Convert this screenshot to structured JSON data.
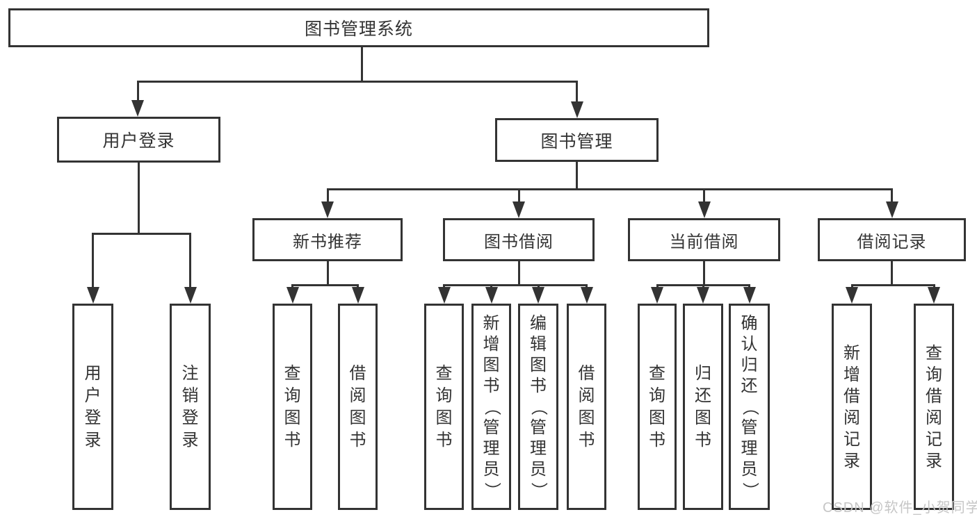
{
  "diagram": {
    "type": "hierarchy-tree",
    "orientation": "top-down"
  },
  "nodes": {
    "root": {
      "label": "图书管理系统"
    },
    "user_login": {
      "label": "用户登录"
    },
    "book_mgmt": {
      "label": "图书管理"
    },
    "login": {
      "label": "用户登录"
    },
    "logout": {
      "label": "注销登录"
    },
    "new_book_rec": {
      "label": "新书推荐"
    },
    "book_borrow": {
      "label": "图书借阅"
    },
    "current_borrow": {
      "label": "当前借阅"
    },
    "borrow_records": {
      "label": "借阅记录"
    },
    "nbr_query": {
      "label": "查询图书"
    },
    "nbr_borrow": {
      "label": "借阅图书"
    },
    "bb_query": {
      "label": "查询图书"
    },
    "bb_add": {
      "label": "新增图书（管理员）"
    },
    "bb_edit": {
      "label": "编辑图书（管理员）"
    },
    "bb_borrow": {
      "label": "借阅图书"
    },
    "cb_query": {
      "label": "查询图书"
    },
    "cb_return": {
      "label": "归还图书"
    },
    "cb_confirm": {
      "label": "确认归还（管理员）"
    },
    "br_add": {
      "label": "新增借阅记录"
    },
    "br_query": {
      "label": "查询借阅记录"
    }
  },
  "hierarchy": {
    "root": [
      "user_login",
      "book_mgmt"
    ],
    "user_login": [
      "login",
      "logout"
    ],
    "book_mgmt": [
      "new_book_rec",
      "book_borrow",
      "current_borrow",
      "borrow_records"
    ],
    "new_book_rec": [
      "nbr_query",
      "nbr_borrow"
    ],
    "book_borrow": [
      "bb_query",
      "bb_add",
      "bb_edit",
      "bb_borrow"
    ],
    "current_borrow": [
      "cb_query",
      "cb_return",
      "cb_confirm"
    ],
    "borrow_records": [
      "br_add",
      "br_query"
    ]
  },
  "watermark": {
    "text": "CSDN @软件_小贺同学",
    "color": "#c6c6c6"
  },
  "colors": {
    "line": "#333333",
    "box_border": "#333333",
    "text": "#333333",
    "background": "#ffffff"
  }
}
